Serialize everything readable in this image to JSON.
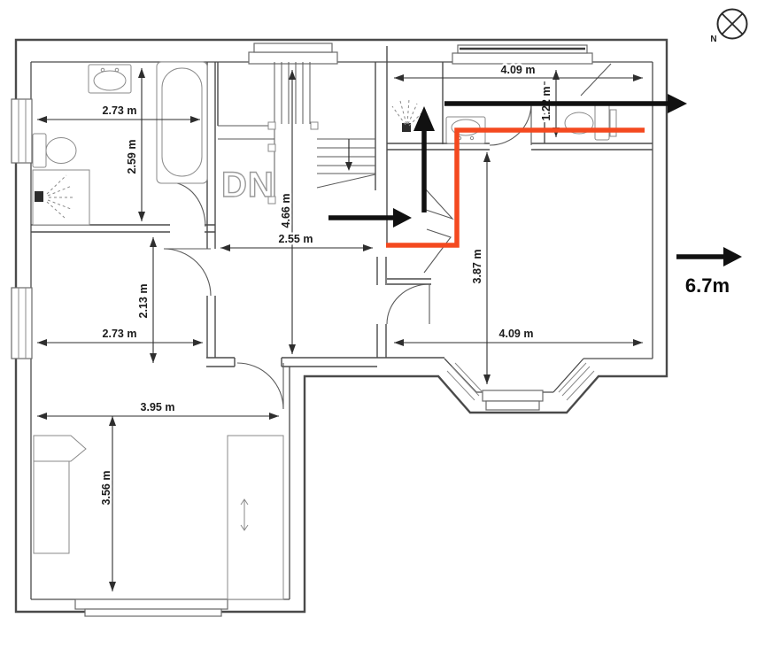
{
  "floor_plan": {
    "north_label": "N",
    "stairs_label": "DN",
    "exit_distance_label": "6.7m",
    "dimensions": {
      "bathroom_width": "2.73 m",
      "bathroom_depth": "2.59 m",
      "middle_room_width": "2.73 m",
      "middle_room_depth": "2.13 m",
      "lower_bedroom_width": "3.95 m",
      "lower_bedroom_depth": "3.56 m",
      "hallway_length": "4.66 m",
      "hallway_width": "2.55 m",
      "upper_landing_width": "4.09 m",
      "wc_depth": "1.22 m",
      "master_bedroom_depth": "3.87 m",
      "master_bedroom_width": "4.09 m"
    },
    "colors": {
      "route_path": "#F4491F",
      "direction_arrows": "#111111",
      "walls": "#4A4A4A"
    }
  }
}
